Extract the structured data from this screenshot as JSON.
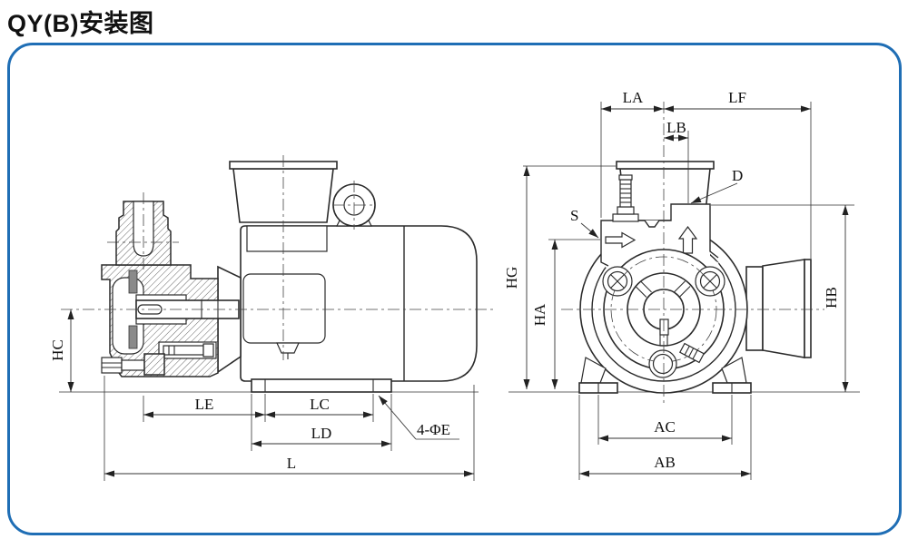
{
  "title": "QY(B)安装图",
  "colors": {
    "panel_border": "#1f6eb5",
    "line": "#2b2b2b",
    "background": "#ffffff"
  },
  "side": {
    "hc": "HC",
    "le": "LE",
    "lc": "LC",
    "ld": "LD",
    "l": "L",
    "holes": "4-ΦE"
  },
  "front": {
    "la": "LA",
    "lb": "LB",
    "lf": "LF",
    "s": "S",
    "d": "D",
    "hg": "HG",
    "ha": "HA",
    "hb": "HB",
    "ac": "AC",
    "ab": "AB"
  }
}
